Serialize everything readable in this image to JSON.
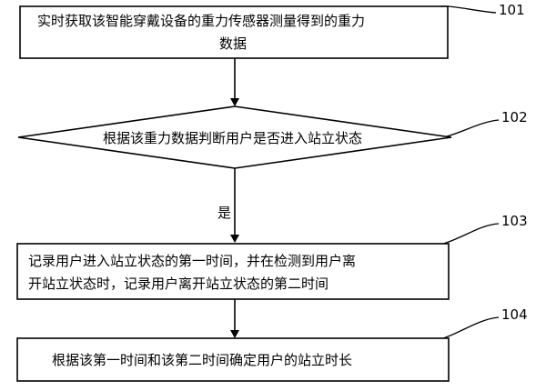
{
  "steps": [
    {
      "ref": "101",
      "lines": [
        "实时获取该智能穿戴设备的重力传感器测量得到的重力",
        "数据"
      ]
    },
    {
      "ref": "102",
      "lines": [
        "根据该重力数据判断用户是否进入站立状态"
      ]
    },
    {
      "ref": "103",
      "lines": [
        "记录用户进入站立状态的第一时间，并在检测到用户离",
        "开站立状态时，记录用户离开站立状态的第二时间"
      ]
    },
    {
      "ref": "104",
      "lines": [
        "根据该第一时间和该第二时间确定用户的站立时长"
      ]
    }
  ],
  "edges": {
    "yes_label": "是"
  }
}
